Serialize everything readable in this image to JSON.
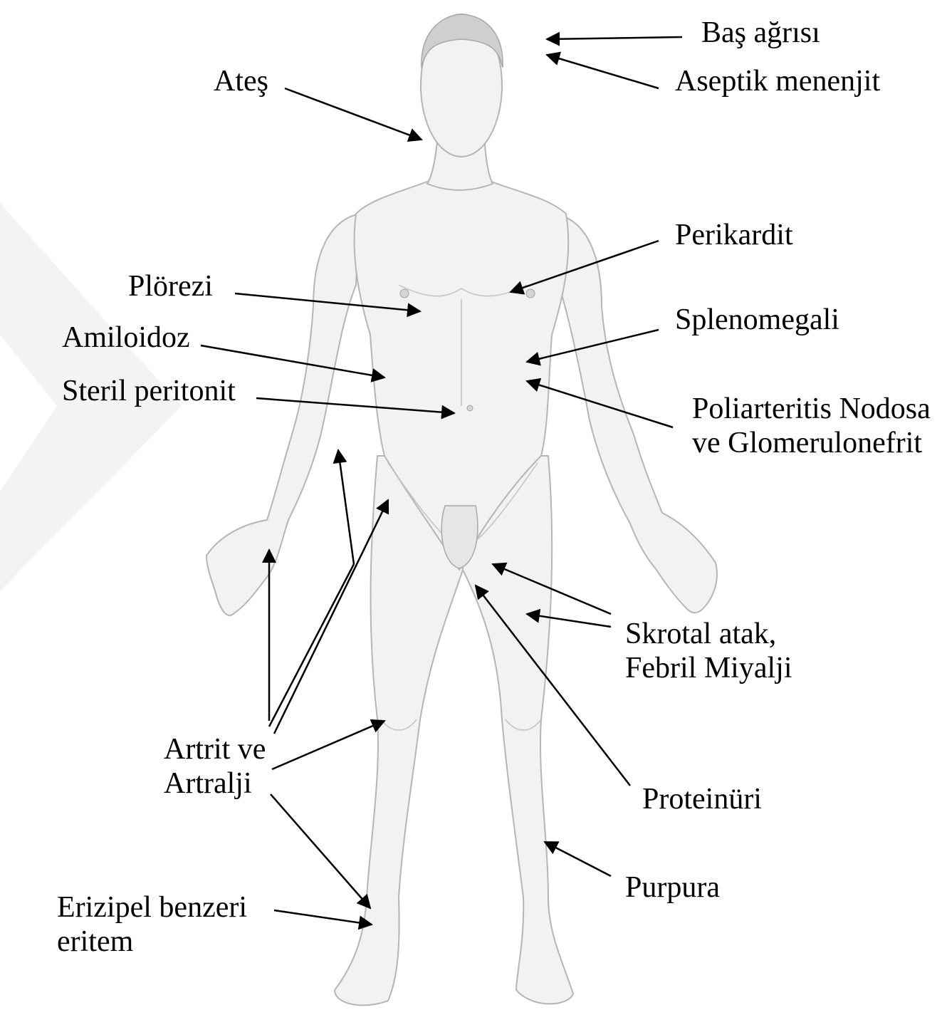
{
  "colors": {
    "background": "#ffffff",
    "text": "#000000",
    "arrow": "#000000",
    "body_fill": "#f2f2f2",
    "body_stroke": "#b5b5b5",
    "hair": "#cfcfcf",
    "watermark": "#f3f3f3"
  },
  "figure": {
    "subject": "human-body-front-view",
    "style": "grayscale-anatomical-drawing"
  },
  "labels": {
    "bas_agrisi": "Baş ağrısı",
    "aseptik_menenjit": "Aseptik menenjit",
    "ates": "Ateş",
    "perikardit": "Perikardit",
    "plorezi": "Plörezi",
    "splenomegali": "Splenomegali",
    "amiloidoz": "Amiloidoz",
    "steril_peritonit": "Steril peritonit",
    "poliarteritis_1": "Poliarteritis Nodosa",
    "poliarteritis_2": "ve Glomerulonefrit",
    "skrotal_1": "Skrotal atak,",
    "skrotal_2": "Febril Miyalji",
    "artrit_1": "Artrit ve",
    "artrit_2": "Artralji",
    "proteinuri": "Proteinüri",
    "purpura": "Purpura",
    "erizipel_1": "Erizipel benzeri",
    "erizipel_2": "eritem"
  }
}
